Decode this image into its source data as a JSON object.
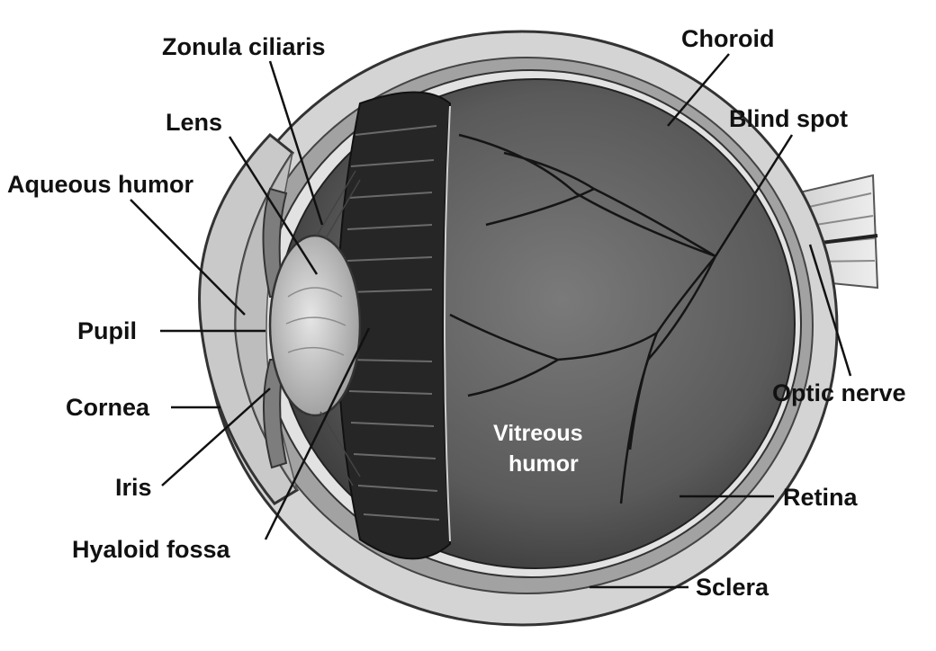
{
  "labels": {
    "zonula_ciliaris": "Zonula ciliaris",
    "choroid": "Choroid",
    "lens": "Lens",
    "blind_spot": "Blind spot",
    "aqueous_humor": "Aqueous humor",
    "pupil": "Pupil",
    "optic_nerve": "Optic nerve",
    "cornea": "Cornea",
    "vitreous_line1": "Vitreous",
    "vitreous_line2": "humor",
    "iris": "Iris",
    "retina": "Retina",
    "hyaloid_fossa": "Hyaloid fossa",
    "sclera": "Sclera"
  },
  "colors": {
    "background": "#ffffff",
    "label_text": "#111111",
    "leader_line": "#111111",
    "sclera": "#d9d9d9",
    "choroid_band": "#9a9a9a",
    "vitreous": "#5e5e5e",
    "ciliary": "#2a2a2a",
    "lens": "#c8c8c8",
    "vessels": "#1a1a1a"
  }
}
